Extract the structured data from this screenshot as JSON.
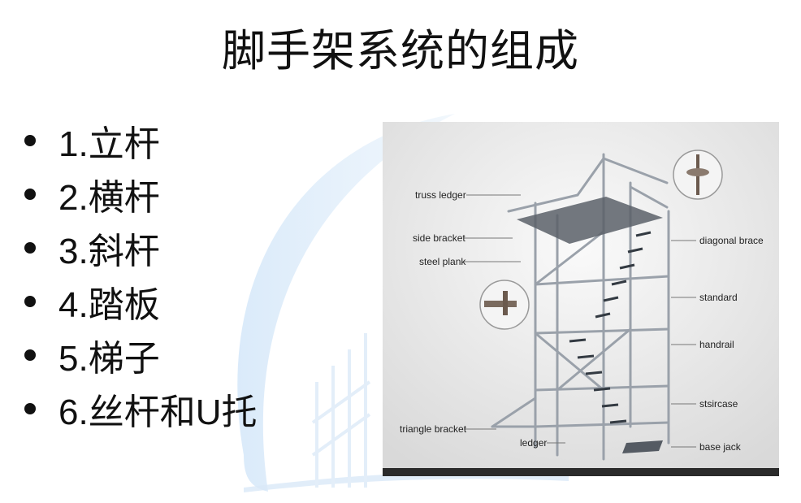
{
  "slide": {
    "title": "脚手架系统的组成",
    "bullets": [
      "1.立杆",
      "2.横杆",
      "3.斜杆",
      "4.踏板",
      "5.梯子",
      "6.丝杆和U托"
    ]
  },
  "diagram": {
    "labels": {
      "truss_ledger": "truss ledger",
      "side_bracket": "side bracket",
      "steel_plank": "steel plank",
      "triangle_bracket": "triangle bracket",
      "ledger": "ledger",
      "diagonal_brace": "diagonal brace",
      "standard": "standard",
      "handrail": "handrail",
      "stsircase": "stsircase",
      "base_jack": "base jack"
    }
  },
  "colors": {
    "swoosh": "#cfe3f7",
    "panel": "#ececec",
    "frame": "#8a9099",
    "footer_bar": "#2b2b2b"
  }
}
